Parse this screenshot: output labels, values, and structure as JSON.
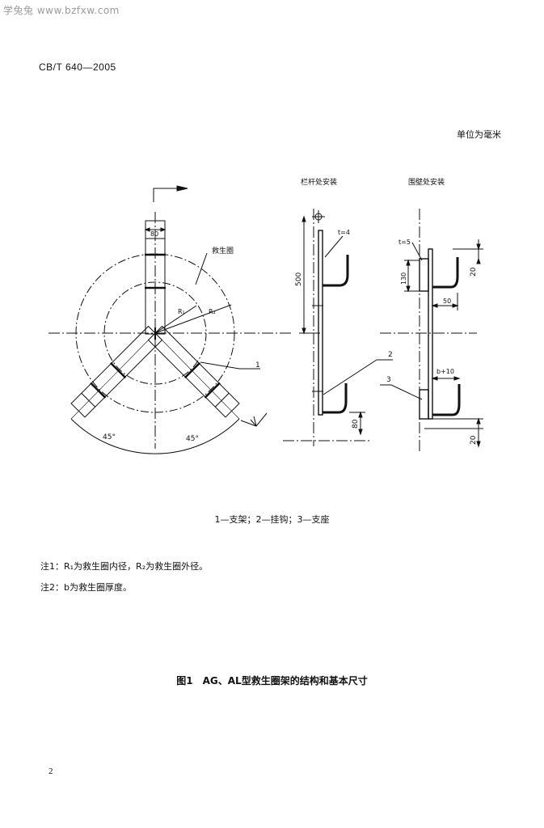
{
  "watermark": "学兔兔 www.bzfxw.com",
  "header": {
    "standard_code": "CB/T 640—2005"
  },
  "unit_note": "单位为毫米",
  "figure": {
    "view_railing_title": "栏杆处安装",
    "view_bulwark_title": "围壁处安装",
    "label_lifebuoy": "救生圈",
    "label_r1": "R₁",
    "label_r2": "R₂",
    "label_part1": "1",
    "label_part2": "2",
    "label_part3": "3",
    "dim_width_80": "80",
    "dim_angle_left": "45°",
    "dim_angle_right": "45°",
    "dim_t4": "t=4",
    "dim_500": "500",
    "dim_80_bottom": "80",
    "dim_t5": "t=5",
    "dim_130": "130",
    "dim_20_top": "20",
    "dim_50": "50",
    "dim_b": "b+10",
    "dim_20_bottom": "20"
  },
  "legend": "1—支架；2—挂钩；3—支座",
  "notes": {
    "note1": "注1：R₁为救生圈内径，R₂为救生圈外径。",
    "note2": "注2：b为救生圈厚度。"
  },
  "caption": "图1　AG、AL型救生圈架的结构和基本尺寸",
  "page_number": "2"
}
